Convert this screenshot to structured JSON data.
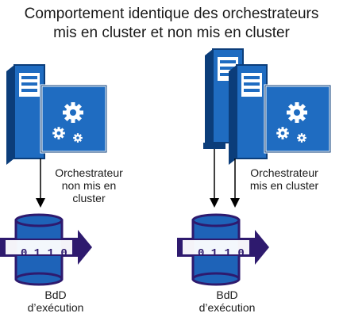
{
  "title": {
    "line1": "Comportement identique des orchestrateurs",
    "line2": "mis en cluster et non mis en cluster"
  },
  "left": {
    "label": [
      "Orchestrateur",
      "non mis en",
      "cluster"
    ],
    "db_label": [
      "BdD",
      "d’exécution"
    ],
    "db_digits": "0 1 1 0"
  },
  "right": {
    "label": [
      "Orchestrateur",
      "mis en cluster"
    ],
    "db_label": [
      "BdD",
      "d’exécution"
    ],
    "db_digits": "0 1 1 0"
  },
  "colors": {
    "server_blue": "#1f6cc1",
    "server_dark": "#0b3d7a",
    "db_purple": "#2e1a6e",
    "db_blue": "#1e63b8",
    "arrow": "#000000"
  }
}
